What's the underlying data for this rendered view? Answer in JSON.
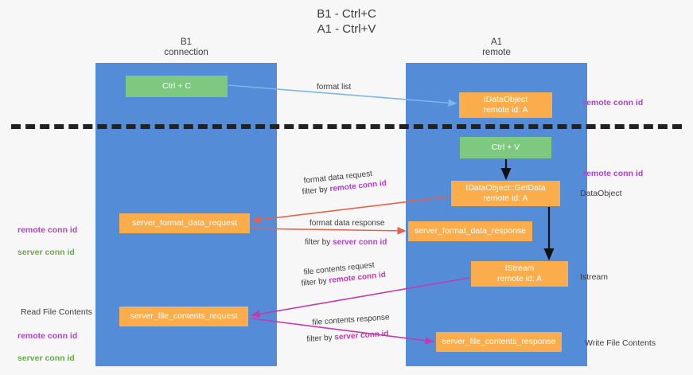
{
  "title": "B1 - Ctrl+C\nA1 - Ctrl+V",
  "columns": {
    "left": {
      "header": "B1\nconnection"
    },
    "right": {
      "header": "A1\nremote"
    }
  },
  "nodes": {
    "ctrl_c": {
      "label": "Ctrl + C",
      "color": "#7dc97f"
    },
    "idataobject": {
      "label": "IDataObject\nremote id: A",
      "color": "#fbad4b"
    },
    "ctrl_v": {
      "label": "Ctrl + V",
      "color": "#7dc97f"
    },
    "getdata": {
      "label": "IDataObject::GetData\nremote id: A",
      "color": "#fbad4b"
    },
    "sfd_request": {
      "label": "server_format_data_request",
      "color": "#fbad4b"
    },
    "sfd_response": {
      "label": "server_format_data_response",
      "color": "#fbad4b"
    },
    "istream": {
      "label": "IStream\nremote id: A",
      "color": "#fbad4b"
    },
    "sfc_request": {
      "label": "server_file_contents_request",
      "color": "#fbad4b"
    },
    "sfc_response": {
      "label": "server_file_contents_response",
      "color": "#fbad4b"
    }
  },
  "flows": {
    "format_list": {
      "label": "format list"
    },
    "format_data_request": {
      "label": "format data request",
      "filter_prefix": "filter by ",
      "filter_key": "remote conn id"
    },
    "format_data_response": {
      "label": "format data response",
      "filter_prefix": "filter by ",
      "filter_key": "server conn id"
    },
    "file_contents_request": {
      "label": "file contents request",
      "filter_prefix": "filter by ",
      "filter_key": "remote conn id"
    },
    "file_contents_response": {
      "label": "file contents response",
      "filter_prefix": "filter by ",
      "filter_key": "server conn id"
    }
  },
  "annotations": {
    "right_remote_conn_id_top": "remote conn id",
    "right_remote_conn_id_middle": "remote conn id",
    "dataobject": "DataObject",
    "istream": "Istream",
    "write_file_contents": "Write File Contents",
    "left_remote_conn_id": "remote conn id",
    "left_server_conn_id": "server conn id",
    "read_file_contents": "Read File Contents",
    "left_remote_conn_id_2": "remote conn id",
    "left_server_conn_id_2": "server conn id"
  },
  "colors": {
    "lane": "#548cd8",
    "node_green": "#7dc97f",
    "node_orange": "#fbad4b",
    "accent_purple": "#b042c8",
    "accent_green": "#6aa84f",
    "accent_magenta": "#c23ab0",
    "arrow_blue": "#7eb6e8",
    "arrow_red": "#e8604c",
    "arrow_black": "#111111",
    "divider": "#222222",
    "background": "#f7f7f7"
  }
}
